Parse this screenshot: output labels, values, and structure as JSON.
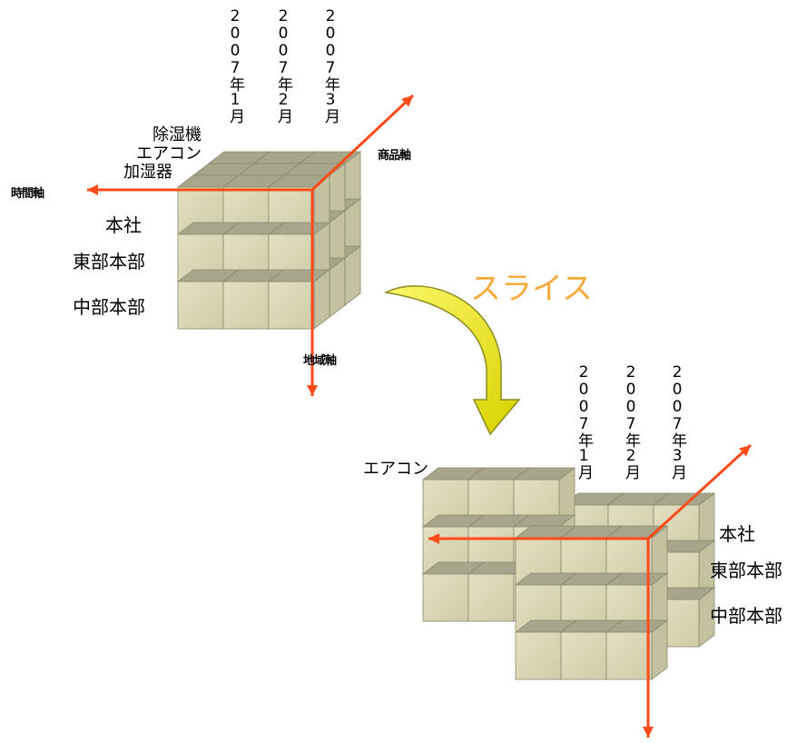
{
  "cube1": {
    "time_labels": [
      "2007年1月",
      "2007年2月",
      "2007年3月"
    ],
    "product_labels": [
      "除湿機",
      "エアコン",
      "加湿器"
    ],
    "region_labels": [
      "本社",
      "東部本部",
      "中部本部"
    ],
    "axis_labels": {
      "time": "時間軸",
      "product": "商品軸",
      "region": "地域軸"
    }
  },
  "operation_label": "スライス",
  "cube2": {
    "time_labels": [
      "2007年1月",
      "2007年2月",
      "2007年3月"
    ],
    "slice_product_label": "エアコン",
    "region_labels": [
      "本社",
      "東部本部",
      "中部本部"
    ]
  },
  "colors": {
    "axis": "#ff4a1a",
    "cube_front": "#d9d6b4",
    "cube_top": "#a8a68a",
    "cube_side": "#c4c1a0",
    "arrow_fill": "#f4f020",
    "arrow_stroke": "#8a8a20",
    "slice_text": "#f7a93a"
  }
}
